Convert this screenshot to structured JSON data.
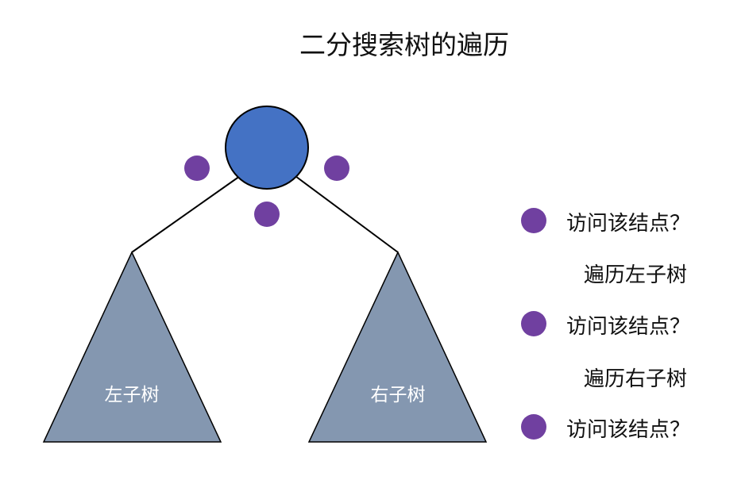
{
  "title": "二分搜索树的遍历",
  "tree": {
    "left_subtree_label": "左子树",
    "right_subtree_label": "右子树"
  },
  "steps": [
    {
      "text": "访问该结点？",
      "marker": true
    },
    {
      "text": "遍历左子树",
      "marker": false
    },
    {
      "text": "访问该结点？",
      "marker": true
    },
    {
      "text": "遍历右子树",
      "marker": false
    },
    {
      "text": "访问该结点？",
      "marker": true
    }
  ],
  "colors": {
    "root_node": "#4472C4",
    "visit_marker": "#7040A0",
    "subtree_fill": "#8497B0",
    "edge": "#000000"
  }
}
